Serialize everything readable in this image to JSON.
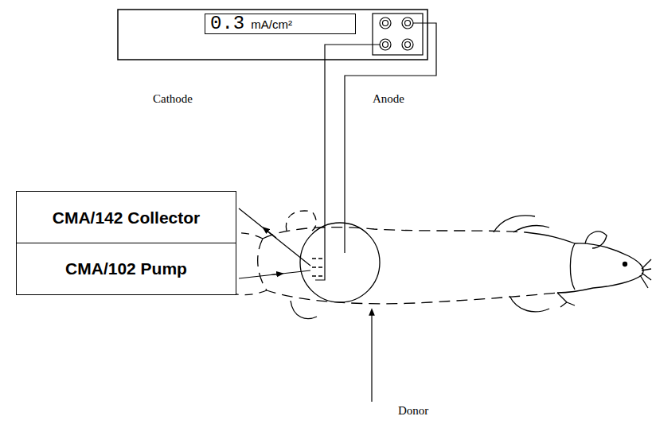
{
  "diagram": {
    "nodes": [
      {
        "text": [
          "0.3",
          "mA/cm²"
        ]
      },
      {
        "text": [
          "CMA/142 Collector"
        ]
      },
      {
        "text": [
          "CMA/102 Pump"
        ]
      }
    ],
    "labels": [
      "Cathode",
      "Anode",
      "Donor"
    ]
  }
}
